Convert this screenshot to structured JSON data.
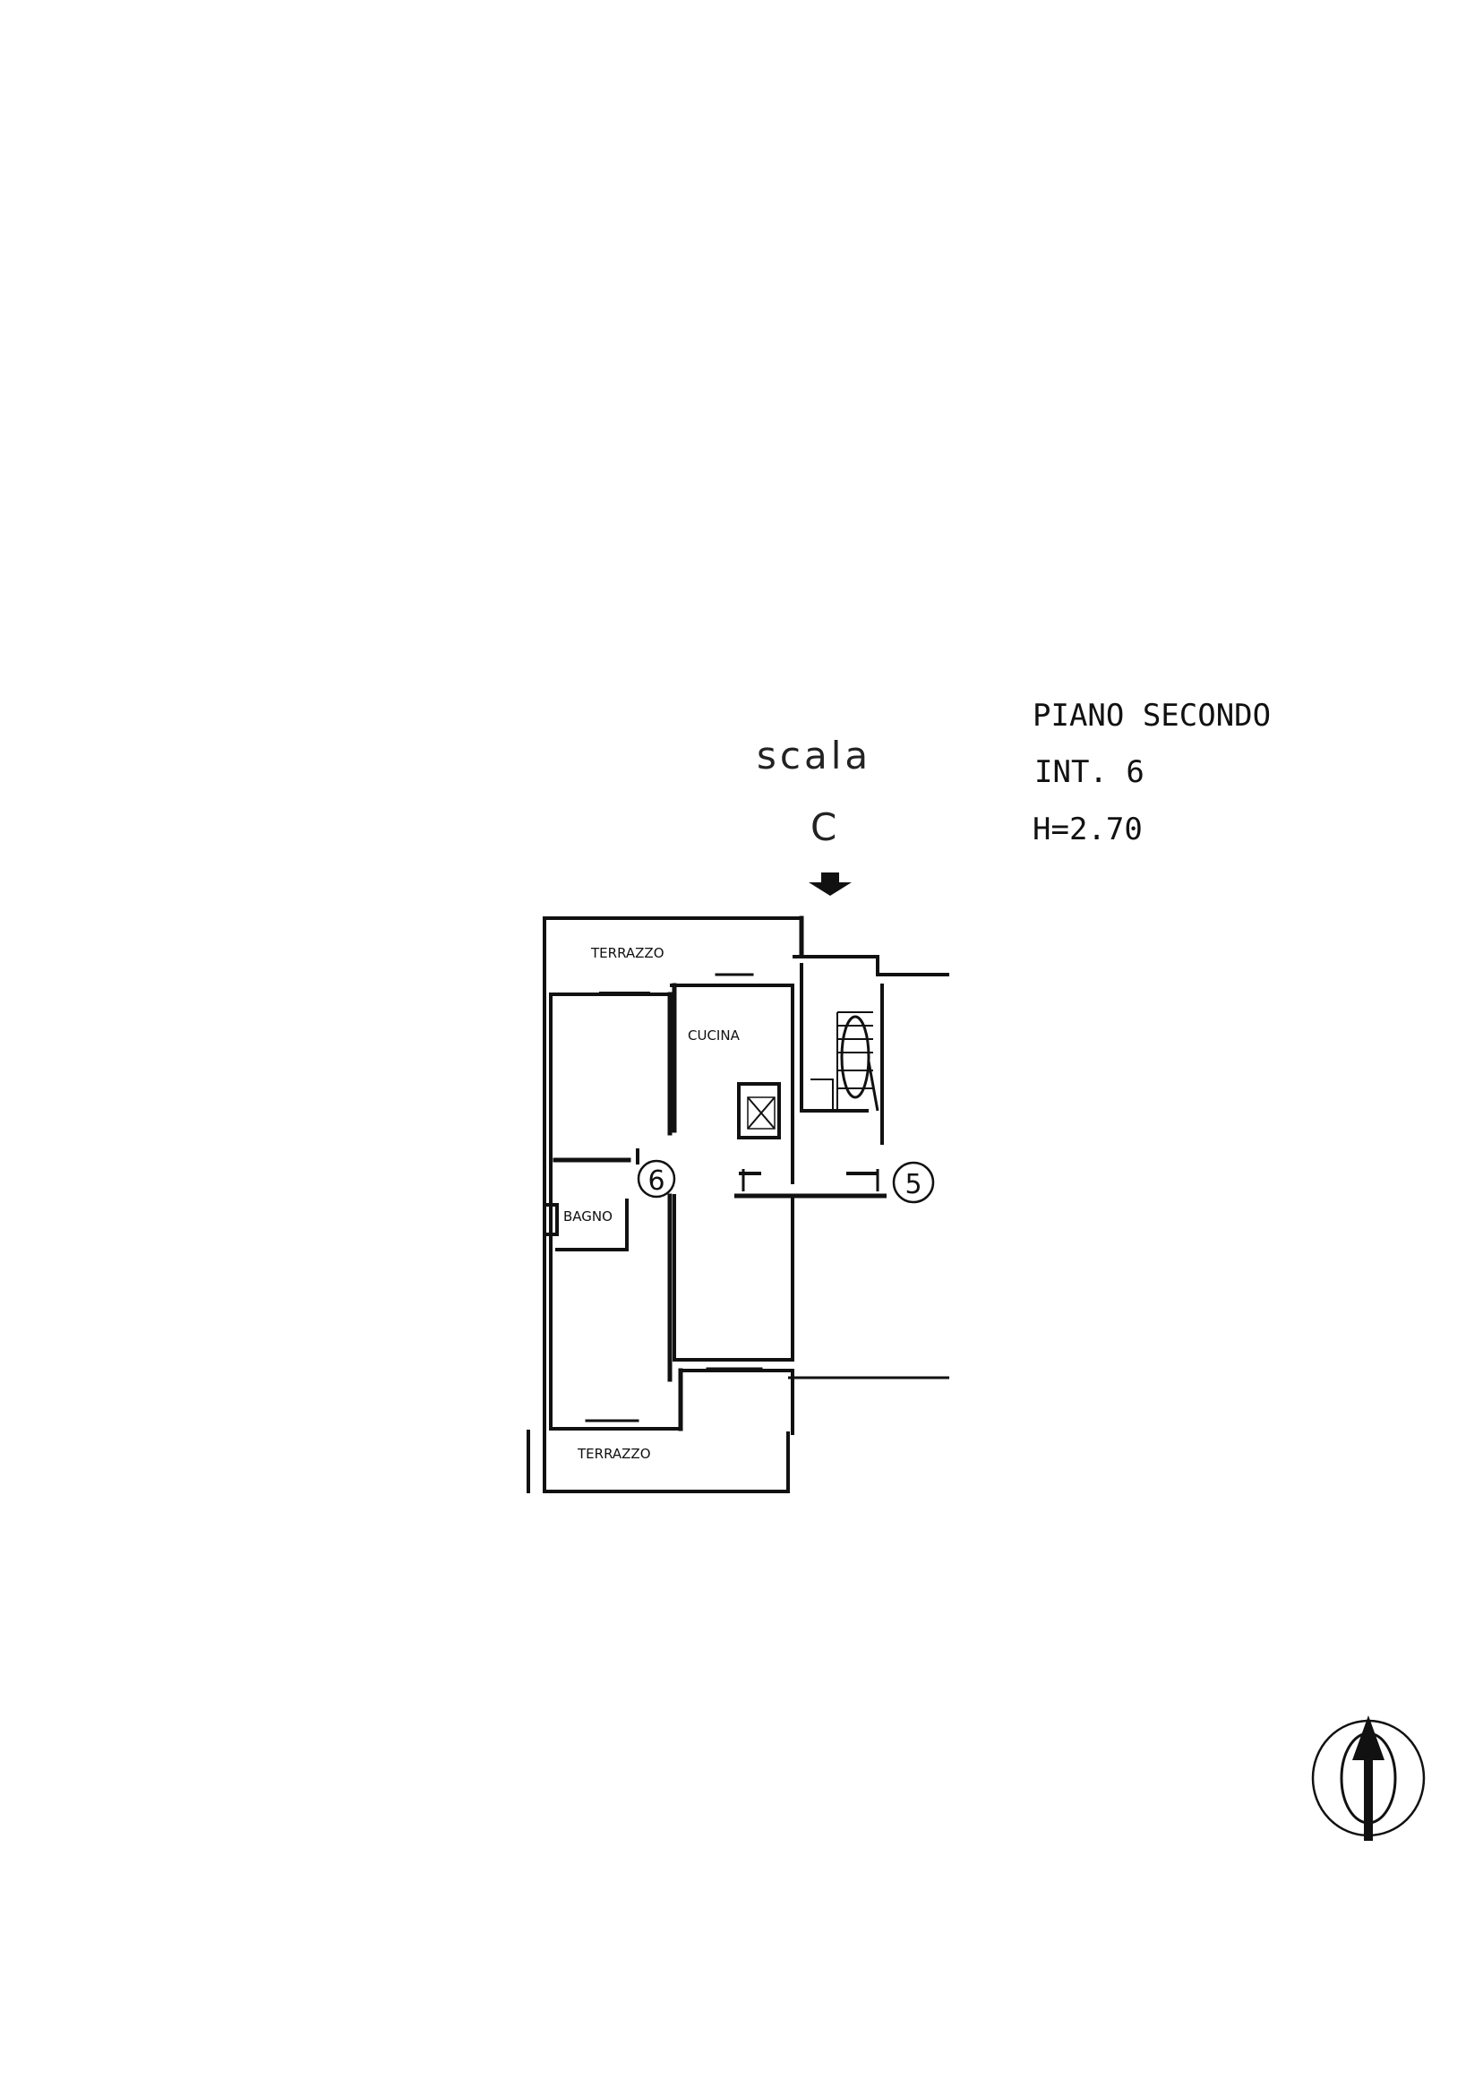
{
  "header": {
    "floor": "PIANO SECONDO",
    "unit": "INT.  6",
    "height": "H=2.70"
  },
  "stair": {
    "label": "scala",
    "letter": "C"
  },
  "rooms": {
    "terrace_top": "TERRAZZO",
    "kitchen": "CUCINA",
    "bath": "BAGNO",
    "terrace_bottom": "TERRAZZO"
  },
  "markers": {
    "unit6": "6",
    "unit5": "5"
  },
  "icons": {
    "north": "north-arrow-icon",
    "entrance": "entrance-arrow-icon"
  },
  "colors": {
    "ink": "#111111",
    "paper": "#ffffff"
  }
}
